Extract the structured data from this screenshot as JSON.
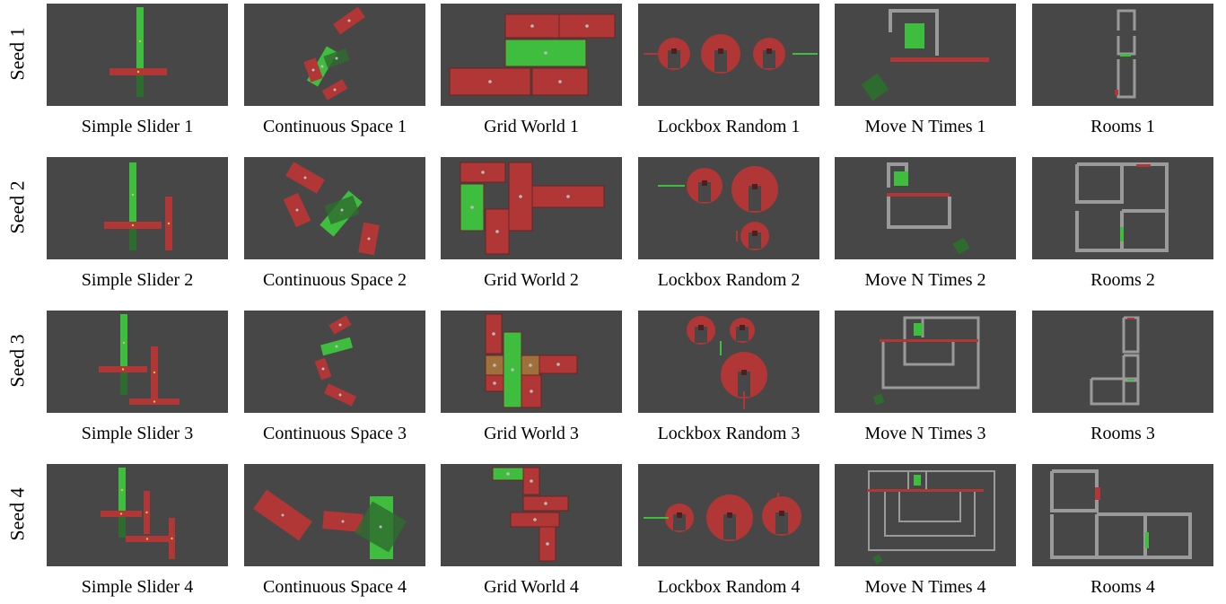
{
  "rows": [
    {
      "label": "Seed 1",
      "captions": [
        "Simple Slider 1",
        "Continuous Space 1",
        "Grid World 1",
        "Lockbox Random 1",
        "Move N Times 1",
        "Rooms 1"
      ]
    },
    {
      "label": "Seed 2",
      "captions": [
        "Simple Slider 2",
        "Continuous Space 2",
        "Grid World 2",
        "Lockbox Random 2",
        "Move N Times 2",
        "Rooms 2"
      ]
    },
    {
      "label": "Seed 3",
      "captions": [
        "Simple Slider 3",
        "Continuous Space 3",
        "Grid World 3",
        "Lockbox Random 3",
        "Move N Times 3",
        "Rooms 3"
      ]
    },
    {
      "label": "Seed 4",
      "captions": [
        "Simple Slider 4",
        "Continuous Space 4",
        "Grid World 4",
        "Lockbox Random 4",
        "Move N Times 4",
        "Rooms 4"
      ]
    }
  ],
  "colors": {
    "panel_background": "#474747",
    "red": "#b13636",
    "green": "#3fbd3f",
    "dark_green": "#2e6b2e",
    "orange": "#a0703a",
    "wall_gray": "#9a9a9a"
  }
}
